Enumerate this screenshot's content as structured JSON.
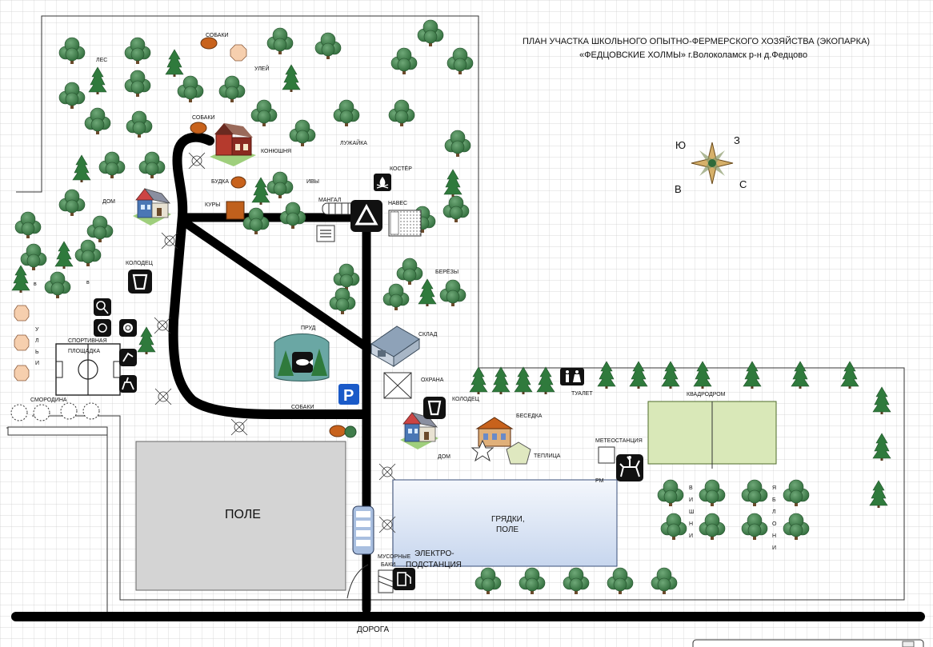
{
  "title": {
    "line1": "ПЛАН УЧАСТКА ШКОЛЬНОГО ОПЫТНО-ФЕРМЕРСКОГО ХОЗЯЙСТВА (ЭКОПАРКА)",
    "line2": "«ФЕДЦОВСКИЕ ХОЛМЫ» г.Волоколамск р-н д.Федцово"
  },
  "compass": {
    "s": "Ю",
    "w": "З",
    "e": "В",
    "n": "С"
  },
  "labels": {
    "sobaki1": "СОБАКИ",
    "les": "ЛЕС",
    "uley": "УЛЕЙ",
    "sobaki2": "СОБАКИ",
    "konyushnya": "КОНЮШНЯ",
    "luzhayka": "ЛУЖАЙКА",
    "koster": "КОСТЁР",
    "budka": "БУДКА",
    "ivy": "ИВЫ",
    "dom1": "ДОМ",
    "kury": "КУРЫ",
    "mangal": "МАНГАЛ",
    "naves": "НАВЕС",
    "kolodets1": "КОЛОДЕЦ",
    "beryozy": "БЕРЁЗЫ",
    "v1": "в",
    "v2": "в",
    "prud": "ПРУД",
    "sklad": "СКЛАД",
    "sport1": "СПОРТИВНАЯ",
    "sport2": "ПЛОЩАДКА",
    "okhrana": "ОХРАНА",
    "kolodets2": "КОЛОДЕЦ",
    "sobaki3": "СОБАКИ",
    "smorodina": "СМОРОДИНА",
    "tualet": "ТУАЛЕТ",
    "kvadrodrom": "КВАДРОДРОМ",
    "besedka": "БЕСЕДКА",
    "meteo": "МЕТЕОСТАНЦИЯ",
    "dom2": "ДОМ",
    "teplitsa": "ТЕПЛИЦА",
    "rm": "РМ",
    "pole": "ПОЛЕ",
    "gryadki1": "ГРЯДКИ,",
    "gryadki2": "ПОЛЕ",
    "musor1": "МУСОРНЫЕ",
    "musor2": "БАКИ",
    "elektro1": "ЭЛЕКТРО-",
    "elektro2": "ПОДСТАНЦИЯ",
    "doroga": "ДОРОГА",
    "parking": "P"
  },
  "vertical": {
    "ulyi": [
      "У",
      "Л",
      "Ь",
      "И"
    ],
    "vishni": [
      "В",
      "И",
      "Ш",
      "Н",
      "И"
    ],
    "yabloni": [
      "Я",
      "Б",
      "Л",
      "О",
      "Н",
      "И"
    ]
  },
  "colors": {
    "road": "#000000",
    "grid": "#c9c9c9",
    "field": "#d4d4d4",
    "beds": "#dde6f4",
    "kvadrodrom": "#d9e8b8",
    "tree": "#3f7c4a",
    "conifer": "#2f7a3c",
    "hive": "#f6cfae",
    "kennel": "#c8621c"
  }
}
